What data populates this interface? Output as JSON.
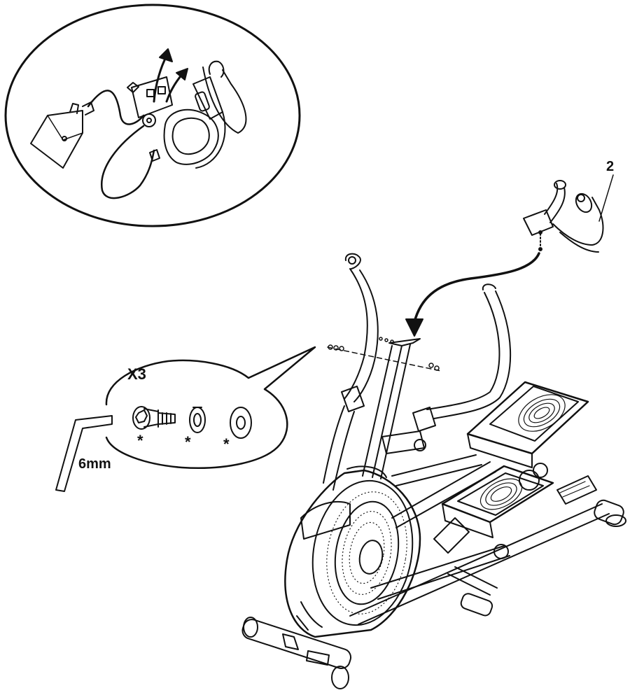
{
  "diagram": {
    "part_number": "2",
    "quantity": "X3",
    "tool_size": "6mm",
    "hardware_marks": [
      "*",
      "*",
      "*"
    ]
  },
  "icons": {
    "arrow": "curved-arrow-icon",
    "hex_key": "hex-key-icon",
    "bolt": "bolt-icon",
    "lock_washer": "lock-washer-icon",
    "flat_washer": "flat-washer-icon"
  },
  "colors": {
    "line": "#111111",
    "background": "#ffffff"
  }
}
